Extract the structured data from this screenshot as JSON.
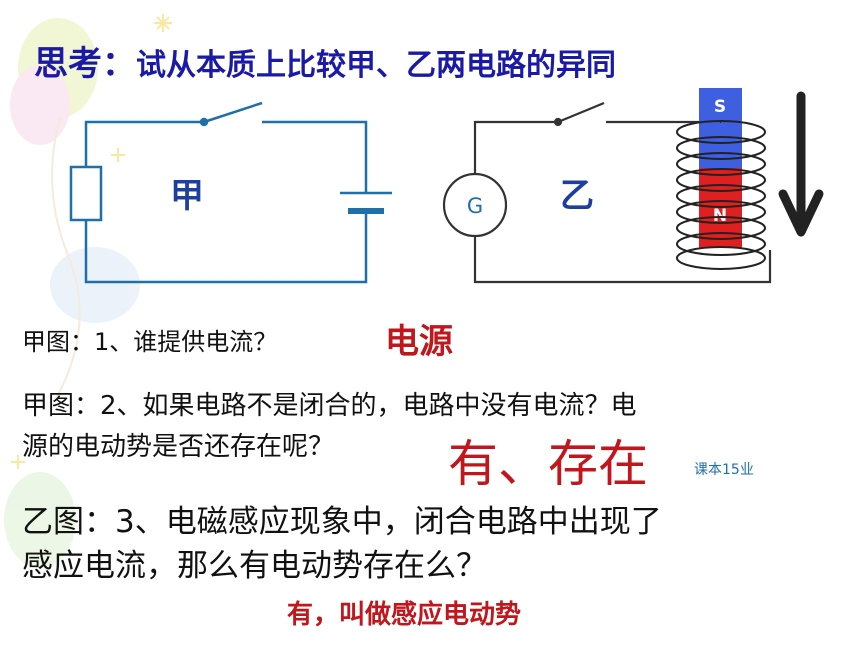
{
  "slide": {
    "title_prefix": "思考：",
    "title_text": "试从本质上比较甲、乙两电路的异同",
    "circuit_jia_label": "甲",
    "circuit_yi_label": "乙",
    "galvanometer_label": "G",
    "magnet_south_label": "S",
    "magnet_north_label": "N",
    "q1": "甲图：1、谁提供电流？",
    "a1": "电源",
    "q2_line1": "甲图：2、如果电路不是闭合的，电路中没有电流？电",
    "q2_line2": "源的电动势是否还存在呢？",
    "a2": "有、存在",
    "note": "课本15业",
    "q3_line1": "乙图：3、电磁感应现象中，闭合电路中出现了",
    "q3_line2": "感应电流，那么有电动势存在么？",
    "a3": "有，叫做感应电动势"
  },
  "colors": {
    "title_prefix": "#1a1aa6",
    "title_text": "#1a1aa6",
    "circuit_wire": "#1f6fa8",
    "label_blue": "#1f3f9e",
    "answer_red": "#c0161c",
    "note_blue": "#1f6fa8",
    "magnet_south": "#3d5fe0",
    "magnet_north": "#e02020",
    "arrow": "#222222"
  }
}
